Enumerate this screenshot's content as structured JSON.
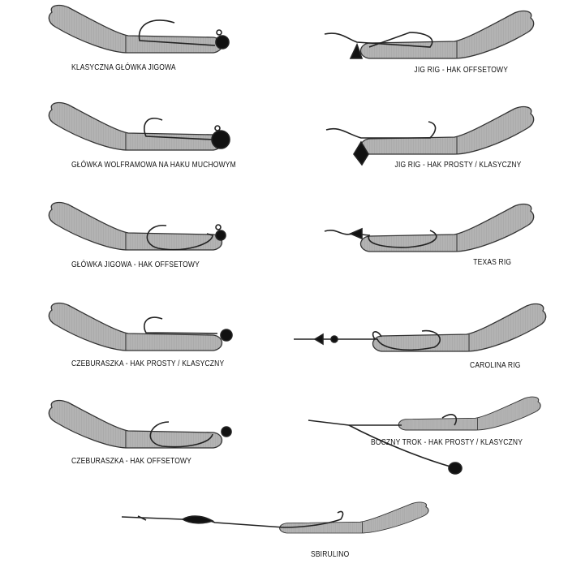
{
  "rigs": [
    {
      "label": "KLASYCZNA GŁÓWKA JIGOWA"
    },
    {
      "label": "GŁÓWKA WOLFRAMOWA NA HAKU MUCHOWYM"
    },
    {
      "label": "GŁÓWKA JIGOWA - HAK OFFSETOWY"
    },
    {
      "label": "CZEBURASZKA - HAK PROSTY / KLASYCZNY"
    },
    {
      "label": "CZEBURASZKA - HAK OFFSETOWY"
    },
    {
      "label": "JIG RIG - HAK OFFSETOWY"
    },
    {
      "label": "JIG RIG - HAK PROSTY / KLASYCZNY"
    },
    {
      "label": "TEXAS RIG"
    },
    {
      "label": "CAROLINA RIG"
    },
    {
      "label": "BOCZNY TROK - HAK PROSTY / KLASYCZNY"
    },
    {
      "label": "SBIRULINO"
    }
  ],
  "colors": {
    "worm_fill": "#b3b3b3",
    "outline": "#333333",
    "weight": "#111111"
  }
}
